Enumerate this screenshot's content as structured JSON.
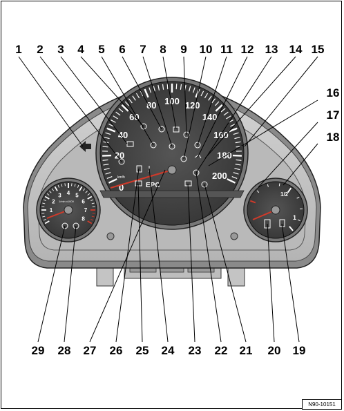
{
  "reference_code": "N90-10151",
  "callouts_top": [
    "1",
    "2",
    "3",
    "4",
    "5",
    "6",
    "7",
    "8",
    "9",
    "10",
    "11",
    "12",
    "13",
    "14",
    "15"
  ],
  "callouts_right": [
    "16",
    "17",
    "18"
  ],
  "callouts_bottom": [
    "29",
    "28",
    "27",
    "26",
    "25",
    "24",
    "23",
    "22",
    "21",
    "20",
    "19"
  ],
  "speedometer": {
    "scale": [
      "20",
      "40",
      "60",
      "80",
      "100",
      "120",
      "140",
      "160",
      "180",
      "200"
    ],
    "zero": "0",
    "unit": "km/h"
  },
  "tachometer": {
    "scale": [
      "1",
      "2",
      "3",
      "4",
      "5",
      "6",
      "7",
      "8"
    ],
    "unit": "1/min x1000"
  },
  "fuel_gauge": {
    "marks": [
      "1/2",
      "1"
    ]
  },
  "indicators": {
    "epc": "EPC"
  },
  "colors": {
    "cluster_light": "#c8c8c8",
    "cluster_mid": "#9a9a9a",
    "cluster_dark": "#6e6e6e",
    "dial_face": "#4a4a4a",
    "needle_red": "#d03a2a"
  }
}
